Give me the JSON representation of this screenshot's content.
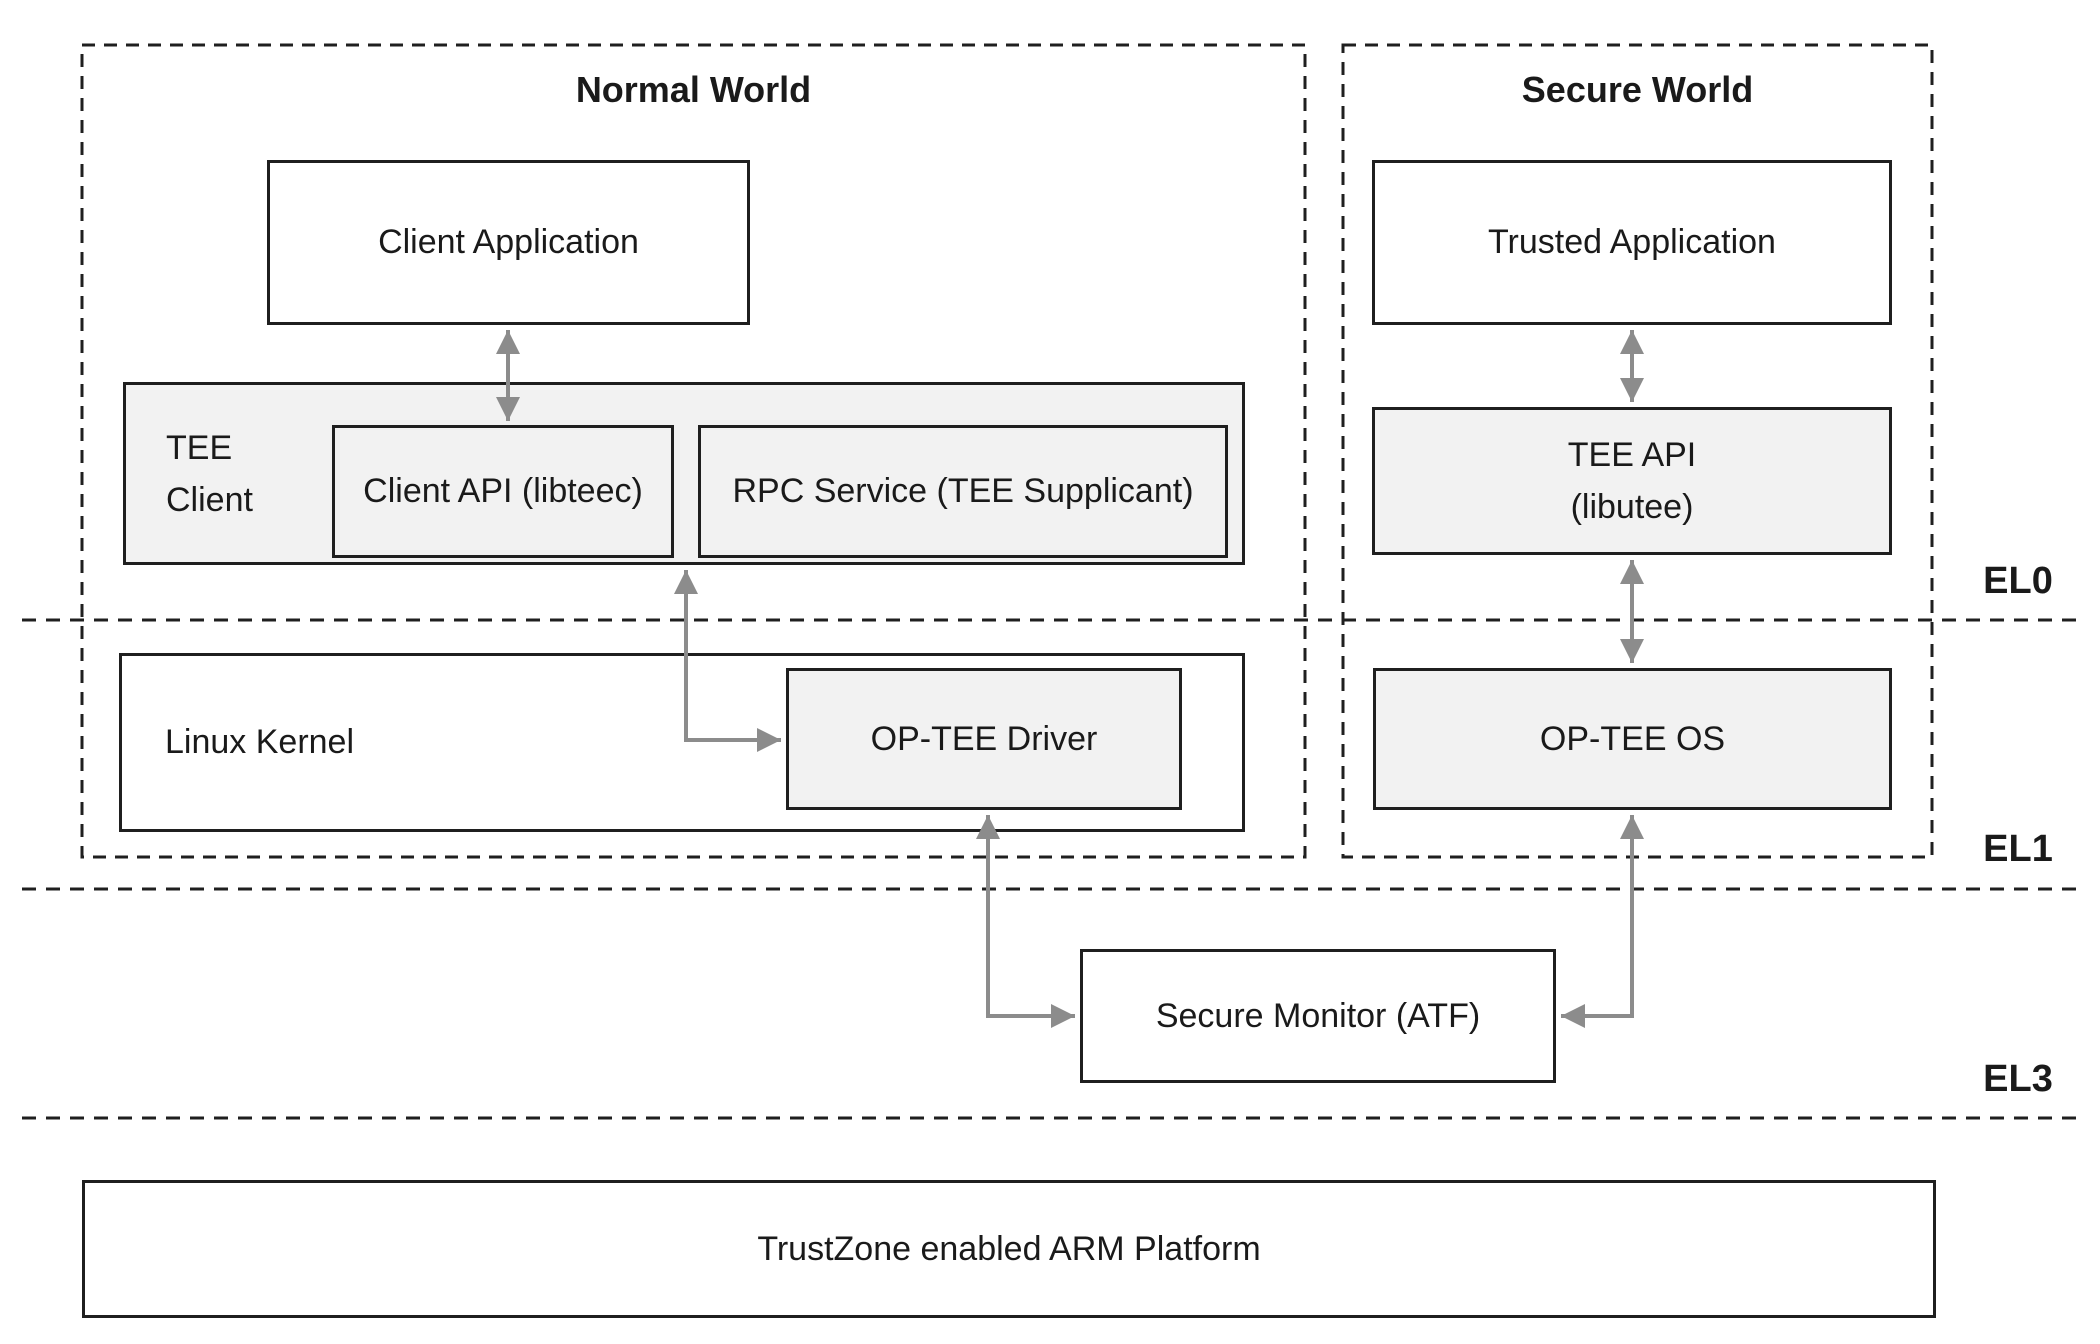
{
  "normal_world": {
    "title": "Normal World",
    "client_application_label": "Client Application",
    "tee_client_line1": "TEE",
    "tee_client_line2": "Client",
    "client_api_label": "Client API (libteec)",
    "rpc_service_label": "RPC Service (TEE Supplicant)",
    "linux_kernel_label": "Linux Kernel",
    "op_tee_driver_label": "OP-TEE Driver"
  },
  "secure_world": {
    "title": "Secure World",
    "trusted_application_label": "Trusted Application",
    "tee_api_line1": "TEE API",
    "tee_api_line2": "(libutee)",
    "op_tee_os_label": "OP-TEE OS"
  },
  "firmware": {
    "secure_monitor_label": "Secure Monitor (ATF)"
  },
  "hardware": {
    "platform_label": "TrustZone enabled ARM Platform"
  },
  "exception_levels": {
    "el0": "EL0",
    "el1": "EL1",
    "el3": "EL3"
  },
  "colors": {
    "border": "#1f1f1f",
    "gray_fill": "#f2f2f2",
    "white_fill": "#ffffff",
    "arrow_gray": "#8c8c8c",
    "text": "#1a1a1a"
  }
}
